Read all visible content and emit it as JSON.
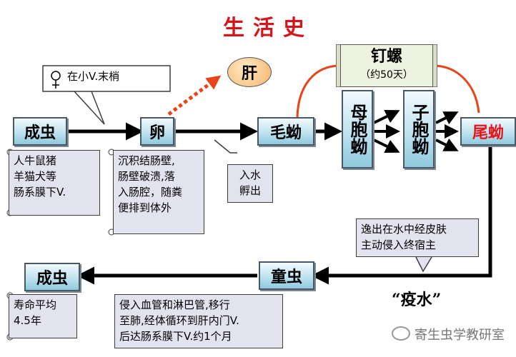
{
  "title": "生活史",
  "nodes": {
    "adult1": "成虫",
    "egg": "卵",
    "miracidium": "毛蚴",
    "mother_sporocyst": "母胞蚴",
    "daughter_sporocyst": "子胞蚴",
    "cercaria": "尾蚴",
    "schistosomulum": "童虫",
    "adult2": "成虫",
    "liver": "肝"
  },
  "snail_host": {
    "name": "钉螺",
    "duration": "（约50天）"
  },
  "notes": {
    "location": "在小V.末梢",
    "hosts": "人牛鼠猪\n羊猫犬等\n肠系膜下V.",
    "egg_path": "沉积结肠壁,\n肠壁破溃,落\n入肠腔，随粪\n便排到体外",
    "hatch": "入水\n孵出",
    "escape": "逸出在水中经皮肤\n主动侵入终宿主",
    "migration": "侵入血管和淋巴管,移行\n至肺,经体循环到肝内门V.\n后达肠系膜下V.约1个月",
    "lifespan": "寿命平均\n4.5年"
  },
  "epidemic_water": "“疫水”",
  "watermark": "寄生虫学教研室",
  "colors": {
    "title": "#d7141a",
    "cercaria": "#e8141b",
    "liver_arrow": "#e8431a",
    "arch": "#e8431a"
  }
}
